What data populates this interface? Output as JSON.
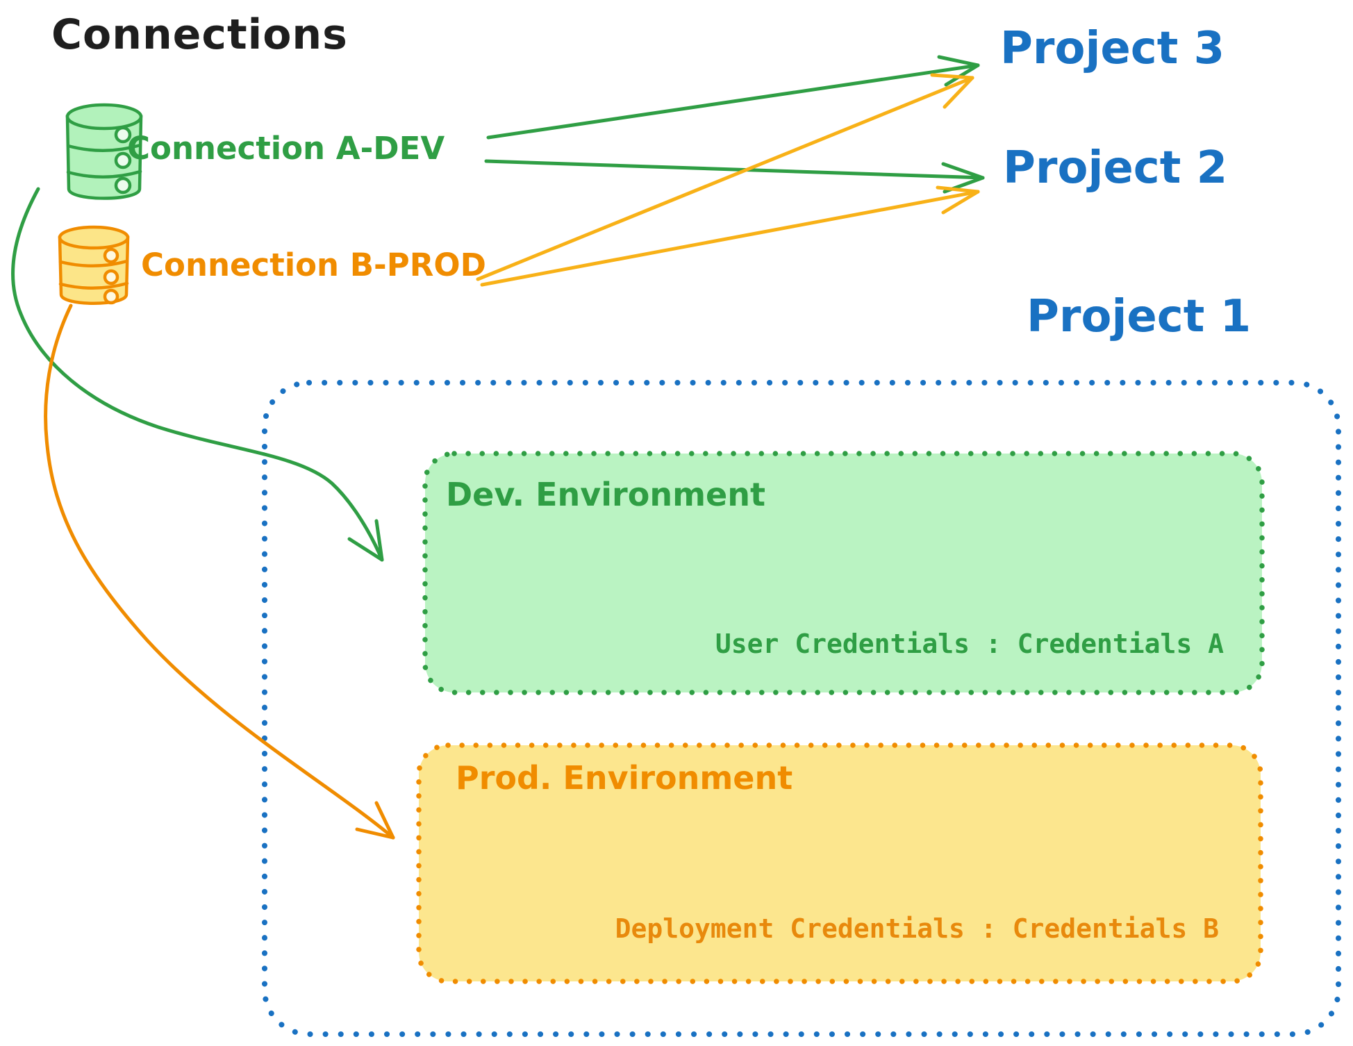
{
  "title": "Connections",
  "colors": {
    "ink": "#1e1e1e",
    "blue": "#1971c2",
    "green": "#2f9e44",
    "green-fill": "#b2f2bb",
    "orange": "#f08c00",
    "orange-text": "#e8890c",
    "yellow-fill": "#fce588"
  },
  "connections": [
    {
      "label": "Connection A-DEV",
      "icon": "database-icon",
      "color": "#2f9e44"
    },
    {
      "label": "Connection B-PROD",
      "icon": "database-icon",
      "color": "#f08c00"
    }
  ],
  "projects": [
    {
      "label": "Project 3"
    },
    {
      "label": "Project 2"
    },
    {
      "label": "Project 1"
    }
  ],
  "project1": {
    "dev_env": {
      "label": "Dev. Environment",
      "credentials": "User Credentials : Credentials A"
    },
    "prod_env": {
      "label": "Prod. Environment",
      "credentials": "Deployment Credentials : Credentials B"
    }
  }
}
